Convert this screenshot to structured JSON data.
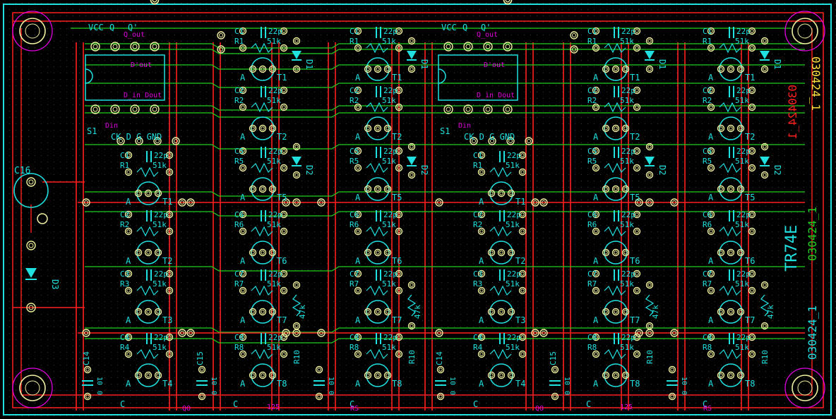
{
  "title_vertical": "TR74E",
  "code_yellow": "030424_1",
  "code_red_mirrored": "030424_1",
  "code_green": "030424_1",
  "code_cyan": "030424_1",
  "ic_labels": {
    "vcc": "VCC",
    "q": "Q",
    "qbar": "Q'",
    "q_out": "Q_out",
    "d_out": "D_out",
    "dbar_out": "D'out",
    "d_in": "D_in",
    "dout": "Dout",
    "din": "Din",
    "s1": "S1",
    "ck": "CK",
    "d": "D",
    "g": "G",
    "gnd": "GND"
  },
  "misc_labels": {
    "c16": "C16",
    "d3": "D3",
    "c14": "C14",
    "c15": "C15",
    "c10": "10",
    "zero": "0",
    "r10": "R10",
    "r10_value": "47k",
    "qo": "QO",
    "n125": "125",
    "rs": "RS",
    "p22": "22p",
    "k51": "51k",
    "a": "A",
    "c": "C"
  },
  "colors": {
    "background": "#000000",
    "copper_top": "#ff2020",
    "copper_bottom": "#20d020",
    "silk": "#20e0e0",
    "pad": "#f0f0a0",
    "outline": "#e000e0",
    "label_yellow": "#ffe040"
  }
}
